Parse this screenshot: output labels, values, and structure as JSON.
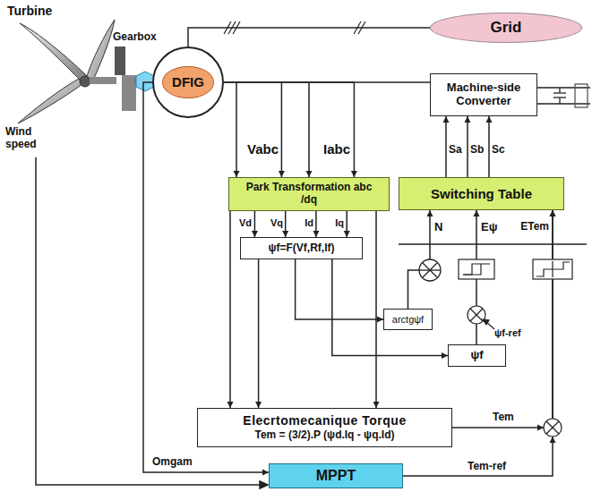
{
  "diagram": {
    "nodes": [
      {
        "text": [
          "Grid"
        ]
      },
      {
        "text": [
          "DFIG"
        ]
      },
      {
        "text": [
          "Machine-side Converter"
        ]
      },
      {
        "text": [
          "Park Transformation abc /dq"
        ]
      },
      {
        "text": [
          "Switching Table"
        ]
      },
      {
        "text": [
          "ψf=F(Vf,Rf,If)"
        ]
      },
      {
        "text": [
          "arctgψf"
        ]
      },
      {
        "text": [
          "ψf"
        ]
      },
      {
        "text": [
          "Elecrtomecanique Torque",
          "Tem = (3/2).P (ψd.Iq - ψq.Id)"
        ]
      },
      {
        "text": [
          "MPPT"
        ]
      }
    ],
    "edges": [
      {
        "from": 1,
        "to": 0,
        "arrow": "none"
      },
      {
        "from": 1,
        "to": 2,
        "arrow": "none"
      },
      {
        "from": 1,
        "to": 3,
        "arrow": "to"
      },
      {
        "from": 4,
        "to": 2,
        "arrow": "to"
      },
      {
        "from": 3,
        "to": 5,
        "arrow": "to"
      },
      {
        "from": 3,
        "to": 8,
        "arrow": "to"
      },
      {
        "from": 5,
        "to": 6,
        "arrow": "to"
      },
      {
        "from": 5,
        "to": 7,
        "arrow": "to"
      },
      {
        "from": 5,
        "to": 8,
        "arrow": "to"
      },
      {
        "from": 6,
        "to": 4,
        "arrow": "to"
      },
      {
        "from": 7,
        "to": 4,
        "arrow": "to"
      },
      {
        "from": 8,
        "to": 4,
        "label": "Tem",
        "arrow": "to"
      },
      {
        "from": 9,
        "to": 4,
        "label": "Tem-ref",
        "arrow": "to"
      },
      {
        "from": 1,
        "to": 9,
        "label": "Omgam",
        "arrow": "to"
      }
    ],
    "labels": [
      "Turbine",
      "Gearbox",
      "Wind speed",
      "Vabc",
      "Iabc",
      "Sa",
      "Sb",
      "Sc",
      "Vd",
      "Vq",
      "Id",
      "Iq",
      "N",
      "Eψ",
      "ETem",
      "ψf-ref"
    ]
  }
}
